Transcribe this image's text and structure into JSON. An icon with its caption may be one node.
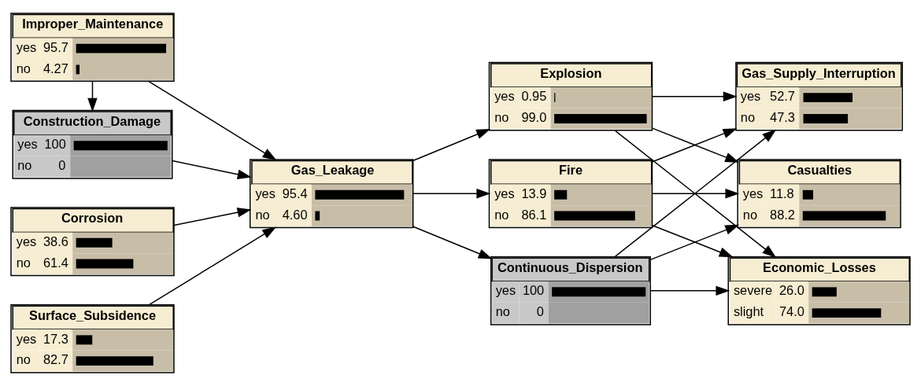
{
  "diagram": {
    "nodes": [
      {
        "text": [
          "Construction_Damage",
          "yes",
          "100",
          "no",
          "0"
        ]
      },
      {
        "text": [
          "Improper_Maintenance",
          "yes",
          "95.7",
          "no",
          "4.27"
        ]
      },
      {
        "text": [
          "Corrosion",
          "yes",
          "38.6",
          "no",
          "61.4"
        ]
      },
      {
        "text": [
          "Surface_Subsidence",
          "yes",
          "17.3",
          "no",
          "82.7"
        ]
      },
      {
        "text": [
          "Gas_Leakage",
          "yes",
          "95.4",
          "no",
          "4.60"
        ]
      },
      {
        "text": [
          "Explosion",
          "yes",
          "0.95",
          "no",
          "99.0"
        ]
      },
      {
        "text": [
          "Fire",
          "yes",
          "13.9",
          "no",
          "86.1"
        ]
      },
      {
        "text": [
          "Continuous_Dispersion",
          "yes",
          "100",
          "no",
          "0"
        ]
      },
      {
        "text": [
          "Gas_Supply_Interruption",
          "yes",
          "52.7",
          "no",
          "47.3"
        ]
      },
      {
        "text": [
          "Casualties",
          "yes",
          "11.8",
          "no",
          "88.2"
        ]
      },
      {
        "text": [
          "Economic_Losses",
          "severe",
          "26.0",
          "slight",
          "74.0"
        ]
      }
    ],
    "edges": [
      {
        "from": 1,
        "to": 0,
        "arrow": "to"
      },
      {
        "from": 0,
        "to": 4,
        "arrow": "to"
      },
      {
        "from": 1,
        "to": 4,
        "arrow": "to"
      },
      {
        "from": 2,
        "to": 4,
        "arrow": "to"
      },
      {
        "from": 3,
        "to": 4,
        "arrow": "to"
      },
      {
        "from": 4,
        "to": 5,
        "arrow": "to"
      },
      {
        "from": 4,
        "to": 6,
        "arrow": "to"
      },
      {
        "from": 4,
        "to": 7,
        "arrow": "to"
      },
      {
        "from": 5,
        "to": 8,
        "arrow": "to"
      },
      {
        "from": 5,
        "to": 9,
        "arrow": "to"
      },
      {
        "from": 5,
        "to": 10,
        "arrow": "to"
      },
      {
        "from": 6,
        "to": 8,
        "arrow": "to"
      },
      {
        "from": 6,
        "to": 9,
        "arrow": "to"
      },
      {
        "from": 6,
        "to": 10,
        "arrow": "to"
      },
      {
        "from": 7,
        "to": 8,
        "arrow": "to"
      },
      {
        "from": 7,
        "to": 9,
        "arrow": "to"
      },
      {
        "from": 7,
        "to": 10,
        "arrow": "to"
      }
    ]
  }
}
